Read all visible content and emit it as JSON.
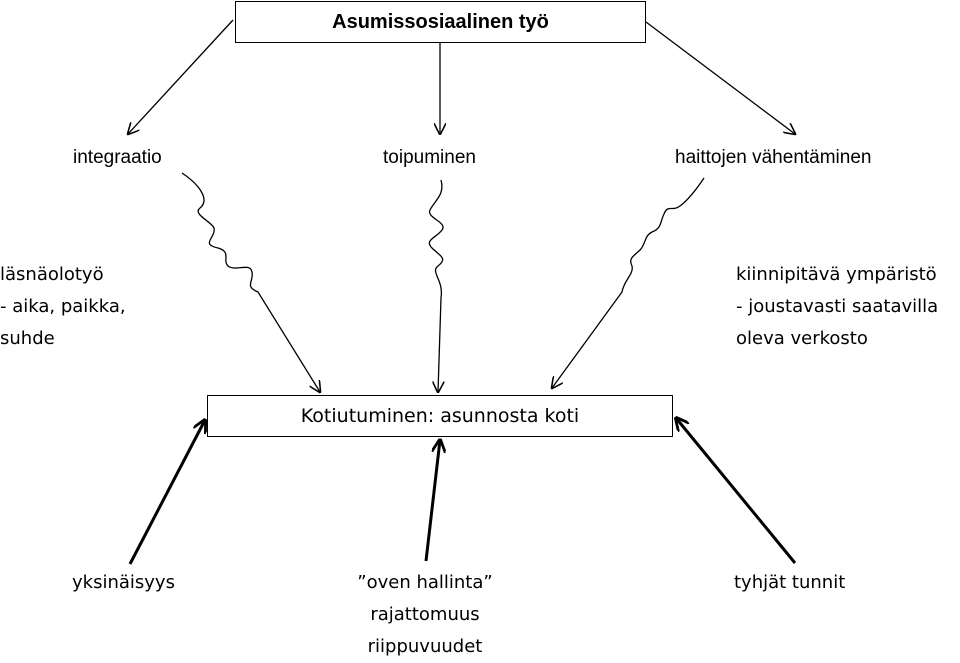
{
  "top_box": {
    "title": "Asumissosiaalinen työ"
  },
  "goals": {
    "integraatio": "integraatio",
    "toipuminen": "toipuminen",
    "haittojen": "haittojen vähentäminen"
  },
  "left_side": {
    "line1": "läsnäolotyö",
    "line2": "- aika, paikka,",
    "line3": "suhde"
  },
  "right_side": {
    "line1": "kiinnipitävä ympäristö",
    "line2": "- joustavasti saatavilla",
    "line3": "oleva  verkosto"
  },
  "middle_box": {
    "title": "Kotiutuminen: asunnosta  koti"
  },
  "bottom": {
    "left": "yksinäisyys",
    "center_line1": "”oven hallinta”",
    "center_line2": "rajattomuus",
    "center_line3": "riippuvuudet",
    "right": "tyhjät tunnit"
  }
}
